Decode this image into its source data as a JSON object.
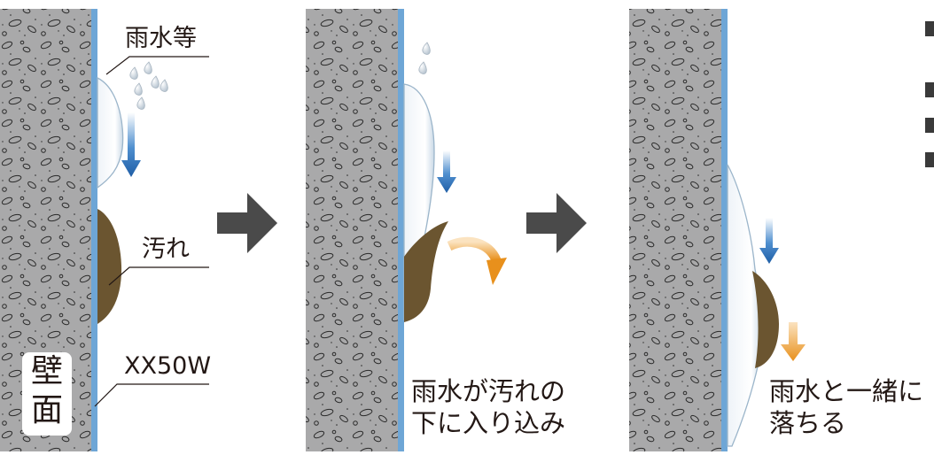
{
  "labels": {
    "rain": "雨水等",
    "dirt": "汚れ",
    "steel": "XX50W",
    "wall_char1": "壁",
    "wall_char2": "面"
  },
  "captions": {
    "step2_line1": "雨水が汚れの",
    "step2_line2": "下に入り込み",
    "step3_line1": "雨水と一緒に",
    "step3_line2": "落ちる"
  },
  "colors": {
    "wall": "#a9a9aa",
    "steel_plate": "#6ea6d6",
    "dirt": "#6b5530",
    "flow_arrow": "#1f63a8",
    "fall_arrow": "#e8901c",
    "step_arrow": "#4a4a4a"
  }
}
